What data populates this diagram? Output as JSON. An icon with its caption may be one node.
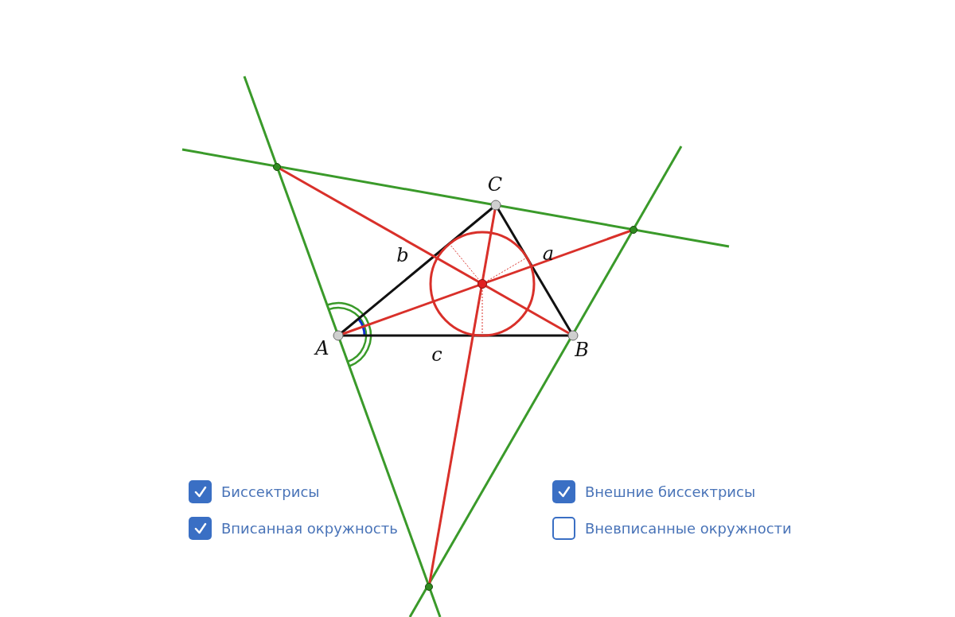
{
  "diagram": {
    "labels": [
      "C",
      "b",
      "a",
      "A",
      "c",
      "B",
      "Биссектрисы",
      "Внешние биссектрисы",
      "Вписанная окружность",
      "Вневписанные окружности"
    ]
  }
}
